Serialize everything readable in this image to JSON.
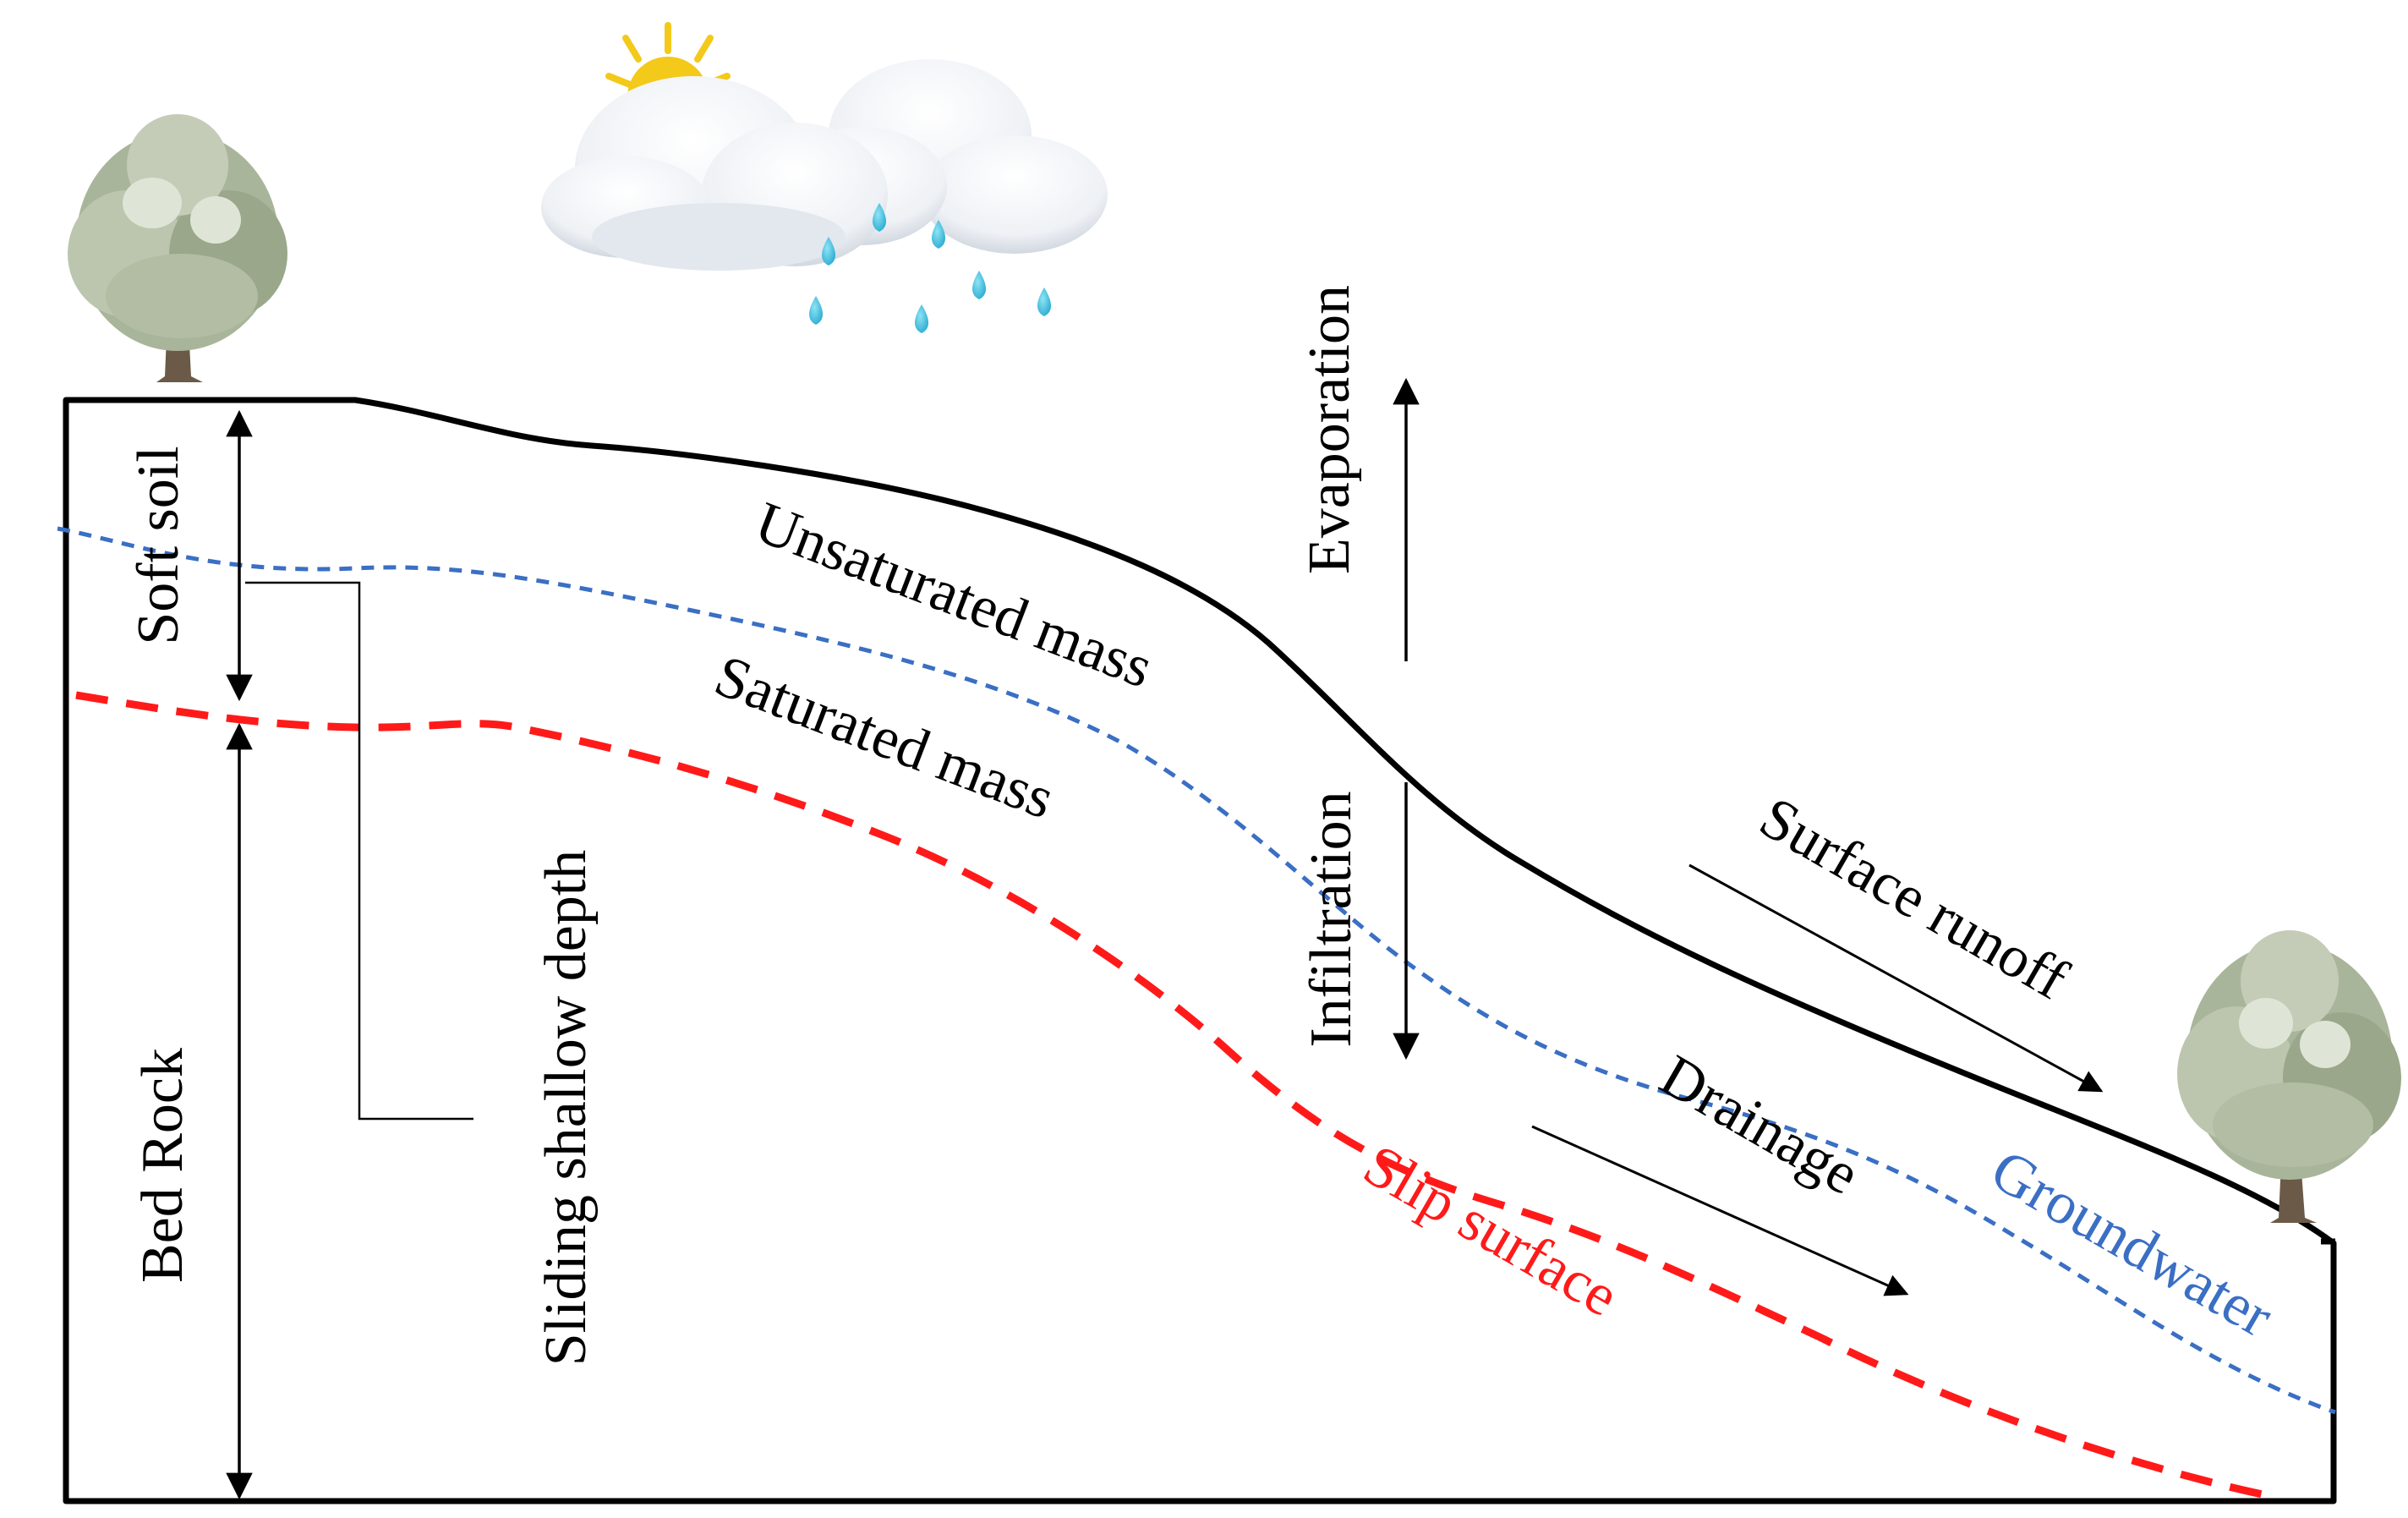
{
  "labels": {
    "soft_soil": "Soft soil",
    "bed_rock": "Bed Rock",
    "sliding_shallow_depth": "Sliding shallow depth",
    "unsaturated_mass": "Unsaturated mass",
    "saturated_mass": "Saturated mass",
    "evaporation": "Evaporation",
    "infiltration": "Infiltration",
    "surface_runoff": "Surface runoff",
    "drainage": "Drainage",
    "slip_surface": "Slip surface",
    "groundwater": "Groundwater"
  },
  "colors": {
    "outline": "#000000",
    "slip_surface": "#ff1a1a",
    "groundwater": "#3a6fc4",
    "rain": "#3cc0e0",
    "sun": "#f3c91a",
    "foliage": "#a9b59a",
    "trunk": "#6b5a48"
  },
  "icons": [
    "tree-icon",
    "sun-icon",
    "cloud-icon",
    "raindrop-icon"
  ]
}
